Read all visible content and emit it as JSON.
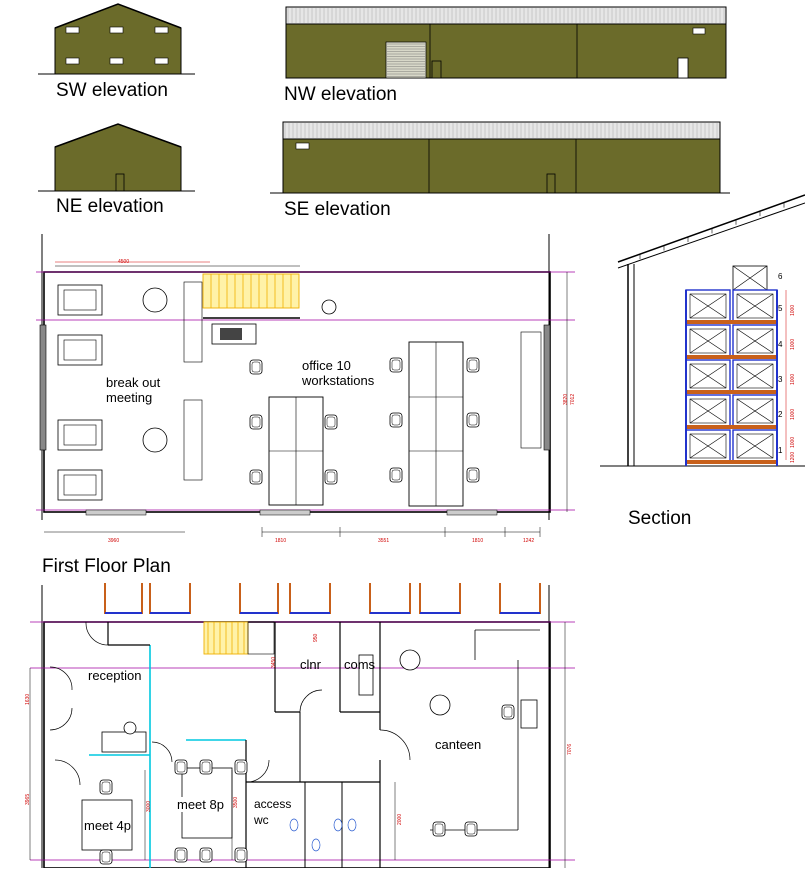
{
  "colors": {
    "wall": "#6b6b2a",
    "wall_dark": "#4f4f1e",
    "roof": "#e6e6e6",
    "dim": "#d00000",
    "grid": "#a000a0",
    "rack_blue": "#2233cc",
    "rack_orange": "#c8601a",
    "stair": "#f0b000",
    "glass": "#00c8e0"
  },
  "elevations": {
    "sw": "SW elevation",
    "nw": "NW elevation",
    "ne": "NE elevation",
    "se": "SE elevation"
  },
  "section": {
    "label": "Section",
    "levels": [
      "6",
      "5",
      "4",
      "3",
      "2",
      "1"
    ],
    "dims": [
      "1000",
      "1000",
      "1000",
      "1000",
      "1000",
      "1200"
    ]
  },
  "first_floor": {
    "title": "First Floor Plan",
    "rooms": {
      "break_out_line1": "break out",
      "break_out_line2": "meeting",
      "office_line1": "office 10",
      "office_line2": "workstations"
    },
    "dims": {
      "top": "4500",
      "bottom_left": "3960",
      "d1": "1810",
      "d2": "3551",
      "d3": "1810",
      "d4": "1242",
      "right_a": "3820",
      "right_b": "7012"
    }
  },
  "ground_floor": {
    "rooms": {
      "reception": "reception",
      "clnr": "clnr",
      "coms": "coms",
      "canteen": "canteen",
      "meet_4p": "meet 4p",
      "meet_8p": "meet 8p",
      "access_line1": "access",
      "access_line2": "wc"
    },
    "dims": {
      "left_a": "1630",
      "left_b": "3965",
      "right": "7076",
      "inner_a": "3000",
      "inner_b": "3500",
      "inner_c": "3450",
      "inner_d": "2000",
      "inner_e": "950"
    }
  }
}
